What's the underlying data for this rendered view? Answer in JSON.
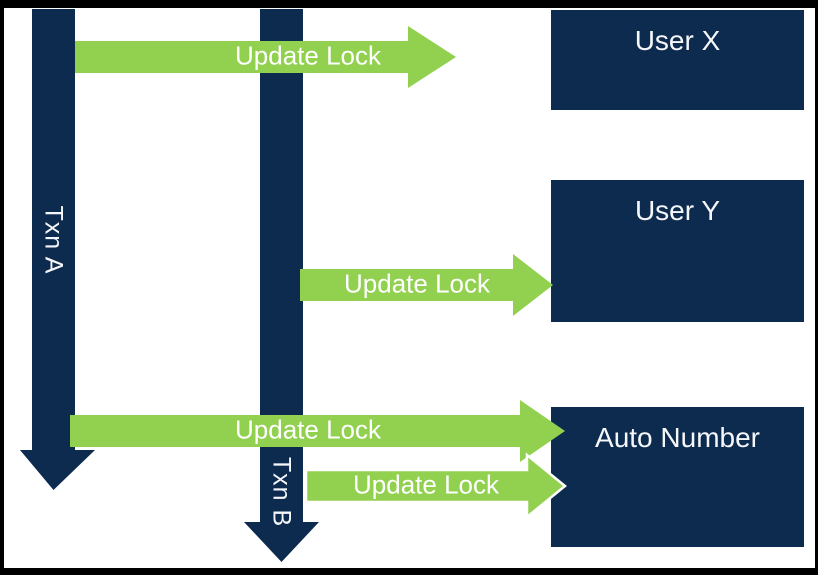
{
  "diagram": {
    "title_hint": "transaction update-lock timeline diagram",
    "transactions": [
      {
        "id": "txn-a",
        "label": "Txn A"
      },
      {
        "id": "txn-b",
        "label": "Txn B"
      }
    ],
    "resources": [
      {
        "id": "user-x",
        "label": "User X"
      },
      {
        "id": "user-y",
        "label": "User Y"
      },
      {
        "id": "auto-number",
        "label": "Auto Number"
      }
    ],
    "locks": [
      {
        "from": "Txn A",
        "to": "User X",
        "label": "Update Lock"
      },
      {
        "from": "Txn B",
        "to": "User Y",
        "label": "Update Lock"
      },
      {
        "from": "Txn A",
        "to": "Auto Number",
        "label": "Update Lock"
      },
      {
        "from": "Txn B",
        "to": "Auto Number",
        "label": "Update Lock"
      }
    ],
    "colors": {
      "navy": "#0D2A4F",
      "green": "#92D050",
      "label_text": "#FFFFFF",
      "border": "#000000",
      "background": "#FFFFFF"
    }
  }
}
